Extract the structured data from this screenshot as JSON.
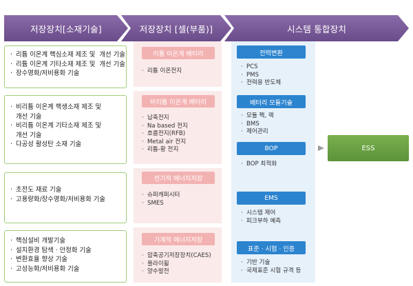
{
  "banner": {
    "col1": "저장장치[소재기술]",
    "col2": "저장장치 [셀(부품)]",
    "col3": "시스템 통합장치"
  },
  "materials": [
    {
      "items": [
        "리튬 이온계 핵심소재 제조 및  개선 기술",
        "리튬 이온계 기타소재 제조 및  개선 기술",
        "장수명화/저비용화 기술"
      ]
    },
    {
      "items": [
        "비리튬 이온계 핵생소재 제조 및\n개선 기술",
        "비리튬 이온계 기타소재 제조 및\n개선 기술",
        "다공성 활성탄 소재 기술"
      ]
    },
    {
      "items": [
        "초전도 재료 기술",
        "고용량화/장수명화/저비용화 기술"
      ]
    },
    {
      "items": [
        "핵심설비 개발기술",
        "설치환경 탐색 · 안정화 기술",
        "변환효율 향상 기술",
        "고성능화/저비용화 기술"
      ]
    }
  ],
  "cells": [
    {
      "title": "리튬 이온계 배터리",
      "items": [
        "리튬 이온전지"
      ]
    },
    {
      "title": "비리튬 이온계 배터리",
      "items": [
        "납축전지",
        "Na based 전지",
        "흐름전지(RFB)",
        "Metal air 전지",
        "리튬-황 전지"
      ]
    },
    {
      "title": "전기적 에너지저장",
      "items": [
        "슈퍼캐퍼시터",
        "SMES"
      ]
    },
    {
      "title": "기계적 에너지저장",
      "items": [
        "압축공기저장장치(CAES)",
        "플라이휠",
        "양수발전"
      ]
    }
  ],
  "systems": [
    {
      "title": "전력변환",
      "items": [
        "PCS",
        "PMS",
        "전력용 반도체"
      ]
    },
    {
      "title": "배터리 모듈기술",
      "items": [
        "모듈 팩, 랙",
        "BMS",
        "제어관리"
      ]
    },
    {
      "title": "BOP",
      "items": [
        "BOP 최적화"
      ]
    },
    {
      "title": "EMS",
      "items": [
        "시스템 제어",
        "피크부하 예측"
      ]
    },
    {
      "title": "표준 · 시험 · 인증",
      "items": [
        "기반 기술",
        "국제표준 시험 규격 등"
      ]
    }
  ],
  "ess": {
    "label": "ESS"
  },
  "colors": {
    "banner": "#7a5a9a",
    "material_border": "#9fcd7a",
    "cell_panel": "#fbeaea",
    "cell_title": "#f3b2b2",
    "system_panel": "#e6f1fa",
    "system_title": "#2c84cf",
    "ess": "#6aa244"
  }
}
